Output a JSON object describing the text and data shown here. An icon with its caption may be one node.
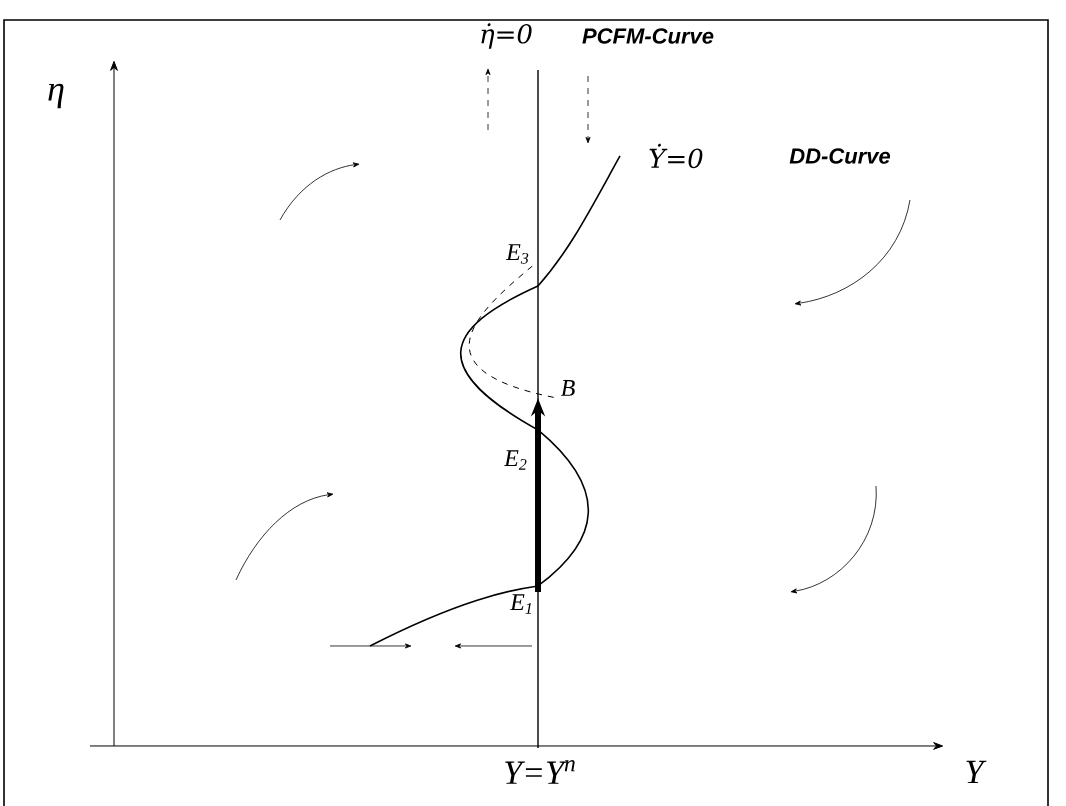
{
  "diagram": {
    "nodes": [
      {
        "text": [
          "E$_{3}$"
        ]
      },
      {
        "text": [
          "B"
        ]
      },
      {
        "text": [
          "E$_{2}$"
        ]
      },
      {
        "text": [
          "E$_{1}$"
        ]
      }
    ],
    "edges": [
      {
        "from": 3,
        "to": 1,
        "arrow": "to",
        "style": "thick"
      },
      {
        "from": 0,
        "to": 1,
        "arrow": "none",
        "style": "dashed"
      }
    ],
    "labels": [
      "η",
      "η̇=0",
      "PCFM-Curve",
      "Ẏ=0",
      "DD-Curve",
      "Y=Y$^{n}$",
      "Y"
    ]
  }
}
